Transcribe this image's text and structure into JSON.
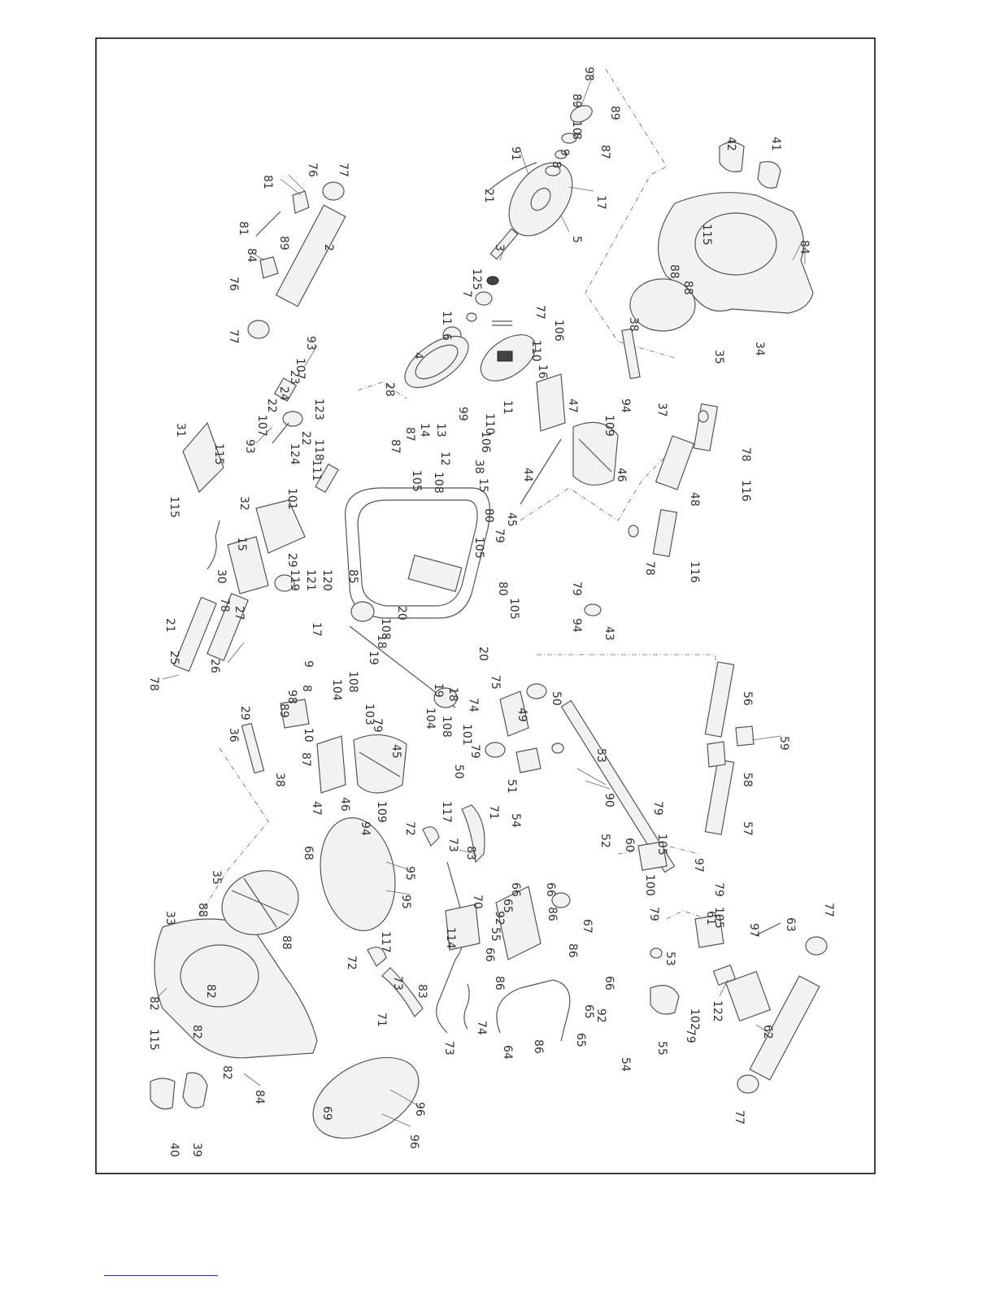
{
  "labels": {
    "p98a": "98",
    "p89a": "89",
    "p10a": "10",
    "p89b": "89",
    "p8a": "8",
    "p87a": "87",
    "p9a": "9",
    "p8b": "8",
    "p91": "91",
    "p21a": "21",
    "p17a": "17",
    "p3": "3",
    "p5": "5",
    "p125": "125",
    "p7": "7",
    "p77a": "77",
    "p11a": "11",
    "p6": "6",
    "p106a": "106",
    "p110a": "110",
    "p4": "4",
    "p28": "28",
    "p16": "16",
    "p11b": "11",
    "p110b": "110",
    "p106b": "106",
    "p99": "99",
    "p13": "13",
    "p14": "14",
    "p12": "12",
    "p87b": "87",
    "p87c": "87",
    "p38a": "38",
    "p15a": "15",
    "p108a": "108",
    "p105a": "105",
    "p47a": "47",
    "p109a": "109",
    "p94a": "94",
    "p46a": "46",
    "p44": "44",
    "p42": "42",
    "p41": "41",
    "p115a": "115",
    "p84a": "84",
    "p88a": "88",
    "p38b": "38",
    "p35a": "35",
    "p34": "34",
    "p37": "37",
    "p48": "48",
    "p116a": "116",
    "p78a": "78",
    "p116b": "116",
    "p78b": "78",
    "p81a": "81",
    "p76a": "76",
    "p77b": "77",
    "p81b": "81",
    "p2": "2",
    "p84b": "84",
    "p89c": "89",
    "p76b": "76",
    "p77c": "77",
    "p93a": "93",
    "p107a": "107",
    "p23": "23",
    "p24": "24",
    "p22a": "22",
    "p107b": "107",
    "p93b": "93",
    "p123": "123",
    "p124": "124",
    "p22b": "22",
    "p118": "118",
    "p101a": "101",
    "p111": "111",
    "p31": "31",
    "p115b": "115",
    "p115c": "115",
    "p32": "32",
    "p15b": "15",
    "p29a": "29",
    "p30": "30",
    "p21b": "21",
    "p78c": "78",
    "p27": "27",
    "p119": "119",
    "p121": "121",
    "p120": "120",
    "p85": "85",
    "p17b": "17",
    "p20a": "20",
    "p108b": "108",
    "p19a": "19",
    "p18a": "18",
    "p104a": "104",
    "p108c": "108",
    "p25": "25",
    "p26": "26",
    "p9b": "9",
    "p8c": "8",
    "p78d": "78",
    "p98b": "98",
    "p89d": "89",
    "p29b": "29",
    "p10b": "10",
    "p87d": "87",
    "p103": "103",
    "p79a": "79",
    "p36": "36",
    "p38c": "38",
    "p47b": "47",
    "p46b": "46",
    "p109b": "109",
    "p94b": "94",
    "p45a": "45",
    "p104b": "104",
    "p108d": "108",
    "p19b": "19",
    "p18b": "18",
    "p20b": "20",
    "p74": "74",
    "p75": "75",
    "p101b": "101",
    "p79b": "79",
    "p45b": "45",
    "p79c": "79",
    "p105b": "105",
    "p80a": "80",
    "p105c": "105",
    "p80b": "80",
    "p79d": "79",
    "p94c": "94",
    "p43": "43",
    "p50a": "50",
    "p49": "49",
    "p50b": "50",
    "p51": "51",
    "p53a": "53",
    "p90": "90",
    "p56": "56",
    "p59": "59",
    "p58": "58",
    "p57": "57",
    "p52": "52",
    "p54a": "54",
    "p60": "60",
    "p79e": "79",
    "p105d": "105",
    "p97a": "97",
    "p100": "100",
    "p79f": "79",
    "p61": "61",
    "p79g": "79",
    "p105e": "105",
    "p97b": "97",
    "p63": "63",
    "p77d": "77",
    "p53b": "53",
    "p102": "102",
    "p79h": "79",
    "p62": "62",
    "p122": "122",
    "p77e": "77",
    "p55": "55",
    "p54b": "54",
    "p117a": "117",
    "p72a": "72",
    "p71a": "71",
    "p73a": "73",
    "p83a": "83",
    "p68": "68",
    "p95a": "95",
    "p95b": "95",
    "p70": "70",
    "p117b": "117",
    "p114": "114",
    "p66a": "66",
    "p65a": "65",
    "p92a": "92",
    "p55b": "55",
    "p66b": "66",
    "p66c": "66",
    "p86a": "86",
    "p67": "67",
    "p86b": "86",
    "p86c": "86",
    "p65b": "65",
    "p92b": "92",
    "p66d": "66",
    "p72b": "72",
    "p73b": "73",
    "p83b": "83",
    "p71b": "71",
    "p73c": "73",
    "p64": "64",
    "p86d": "86",
    "p74b": "74",
    "p65c": "65",
    "p33": "33",
    "p88b": "88",
    "p88c": "88",
    "p35b": "35",
    "p82a": "82",
    "p82b": "82",
    "p115d": "115",
    "p82c": "82",
    "p82d": "82",
    "p84c": "84",
    "p40": "40",
    "p39": "39",
    "p69": "69",
    "p96a": "96",
    "p96b": "96"
  }
}
